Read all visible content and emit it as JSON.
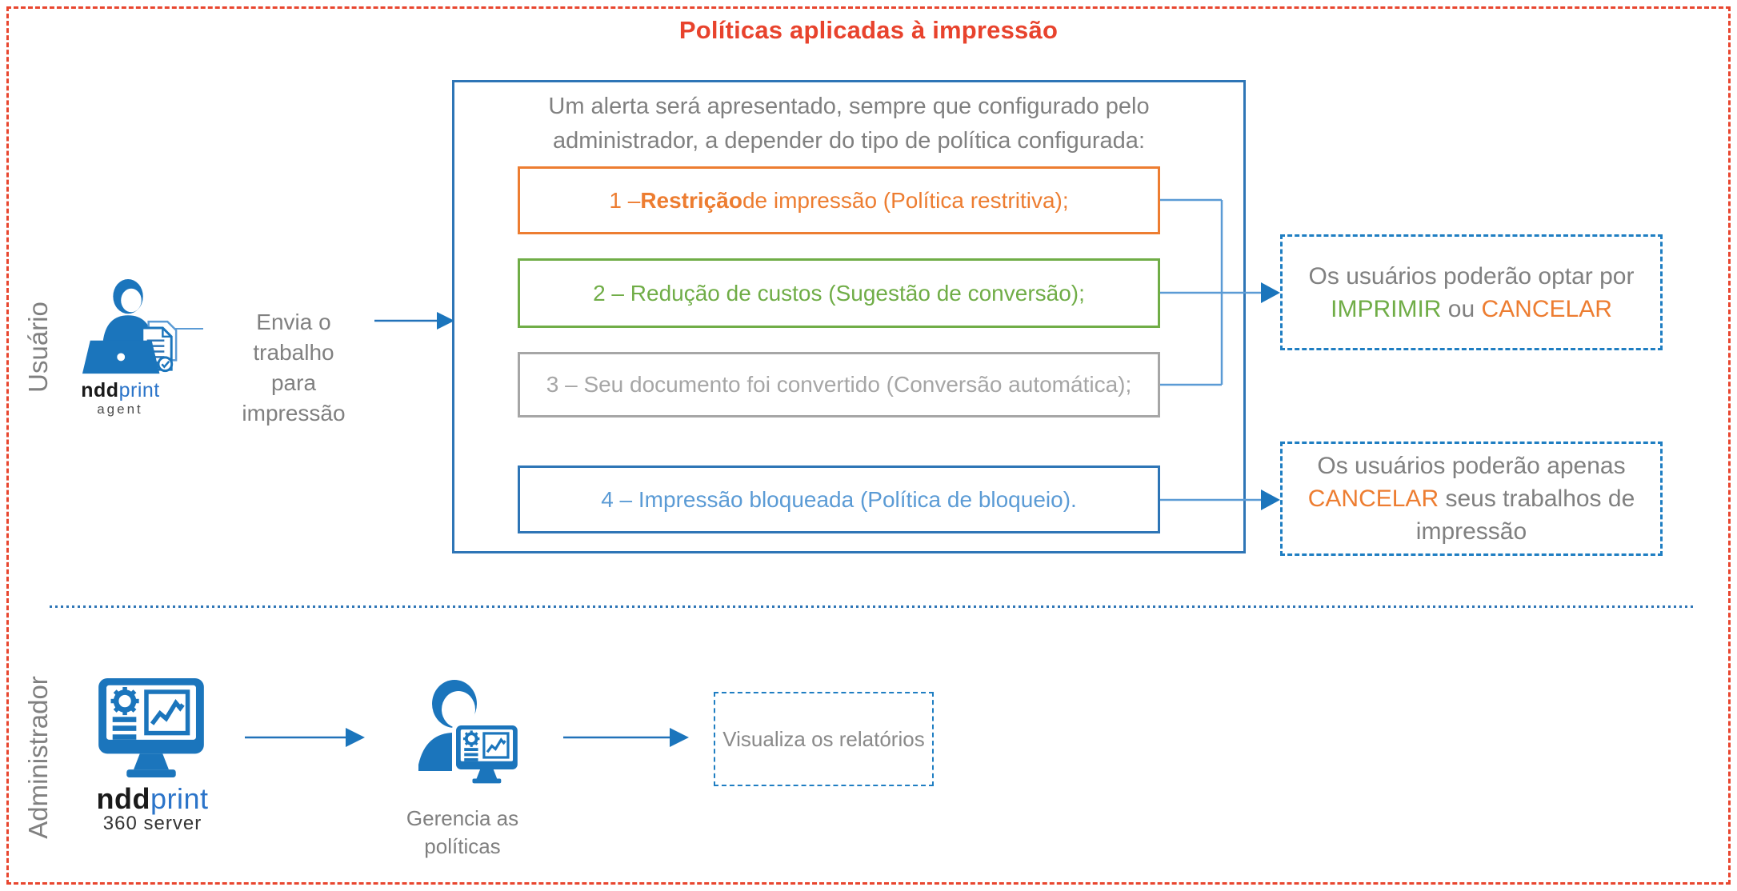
{
  "title": "Políticas aplicadas à impressão",
  "lanes": {
    "user": "Usuário",
    "admin": "Administrador"
  },
  "user_row": {
    "send_line1": "Envia o trabalho",
    "send_line2": "para impressão",
    "agent_logo": {
      "ndd": "ndd",
      "print": "print",
      "product": "agent"
    }
  },
  "alert_panel": {
    "intro_line1": "Um alerta será apresentado, sempre que configurado pelo",
    "intro_line2": "administrador, a depender do tipo de política configurada:",
    "policy1": {
      "prefix": "1 – ",
      "emphasis": "Restrição",
      "rest": " de impressão (Política restritiva);"
    },
    "policy2": "2 – Redução de custos (Sugestão de conversão);",
    "policy3": "3 – Seu documento foi convertido (Conversão automática);",
    "policy4": "4 – Impressão bloqueada (Política de bloqueio)."
  },
  "outcomes": {
    "choice": {
      "line1": "Os usuários poderão optar por",
      "imprimir": "IMPRIMIR",
      "ou": " ou ",
      "cancelar": "CANCELAR"
    },
    "cancel_only": {
      "line1": "Os usuários poderão apenas",
      "cancelar": "CANCELAR",
      "line2_rest": " seus trabalhos de",
      "line3": "impressão"
    }
  },
  "admin_row": {
    "server_logo": {
      "ndd": "ndd",
      "print": "print",
      "product": "360 server"
    },
    "manage_line1": "Gerencia as",
    "manage_line2": "políticas",
    "reports": "Visualiza os relatórios"
  },
  "colors": {
    "accent_red": "#E8462F",
    "panel_blue": "#2E75B6",
    "policy_orange": "#ED7D31",
    "policy_green": "#70AD47",
    "policy_gray": "#A6A6A6",
    "policy4_text_blue": "#5B9BD5",
    "dashed_blue": "#1F7EC2",
    "icon_blue": "#1B75BC",
    "text_gray": "#808080",
    "logo_blue": "#2B74C9"
  }
}
